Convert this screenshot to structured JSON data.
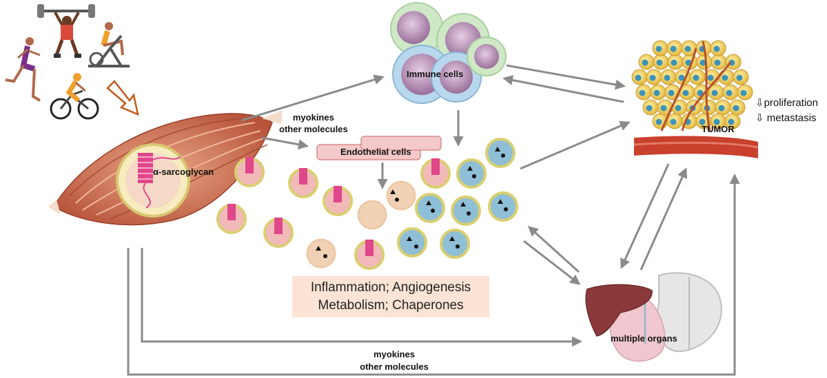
{
  "labels": {
    "immune_cells": "Immune cells",
    "tumor": "TUMOR",
    "myokines_top_1": "myokines",
    "myokines_top_2": "other molecules",
    "endothelial_cells": "Endothelial cells",
    "alpha_sarcoglycan": "α-sarcoglycan",
    "multiple_organs": "multiple organs",
    "myokines_bottom_1": "myokines",
    "myokines_bottom_2": "other molecules"
  },
  "processes_box": {
    "line1": "Inflammation; Angiogenesis",
    "line2": "Metabolism; Chaperones"
  },
  "tumor_effects": {
    "arrow_glyph": "⇩",
    "item1": "proliferation",
    "item2": "metastasis"
  },
  "colors": {
    "arrow": "#8a8a8a",
    "muscle": "#c8674a",
    "muscle_light": "#e8a384",
    "box": "#fbe4d5",
    "tumor_cell": "#f2d05a",
    "tumor_nucleus": "#3b93b8",
    "blood_vessel": "#c9402d",
    "liver": "#8a3a3a",
    "brain": "#e6e6e6",
    "lung": "#f1c7cf",
    "immune_green": "#cfe8c6",
    "immune_blue": "#b8d8ee",
    "immune_nucleus": "#b38ab3",
    "vesicle_blue": "#8fbfd6",
    "vesicle_pink": "#f2b9b9",
    "vesicle_tan": "#f1d2b4",
    "exercise_arrow": "#c05a1a"
  },
  "icons": [
    "exercise-figures-icon",
    "muscle-icon",
    "immune-cells-icon",
    "endothelial-cells-icon",
    "extracellular-vesicles-icon",
    "tumor-icon",
    "organs-icon"
  ]
}
